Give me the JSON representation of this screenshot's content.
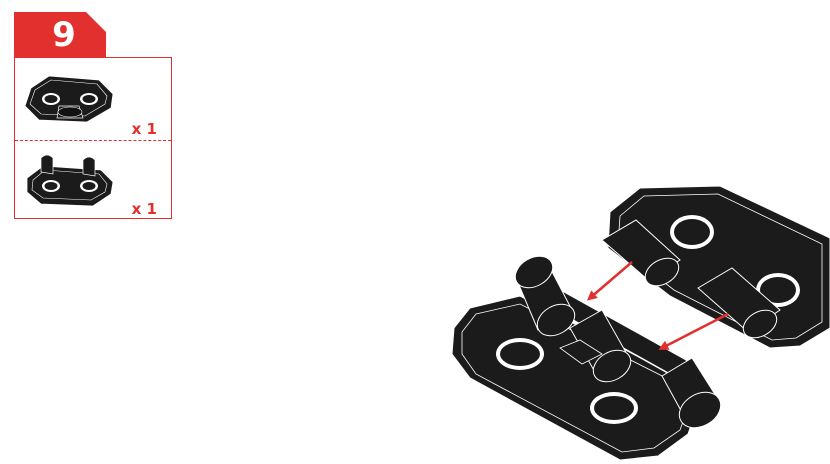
{
  "step": {
    "number": "9"
  },
  "parts": [
    {
      "name": "hinge-half-center-knuckle",
      "quantity": "x 1"
    },
    {
      "name": "hinge-half-outer-knuckles",
      "quantity": "x 1"
    }
  ],
  "colors": {
    "accent": "#e2302f",
    "part_fill": "#1b1b1b",
    "part_edge": "#ffffff"
  }
}
